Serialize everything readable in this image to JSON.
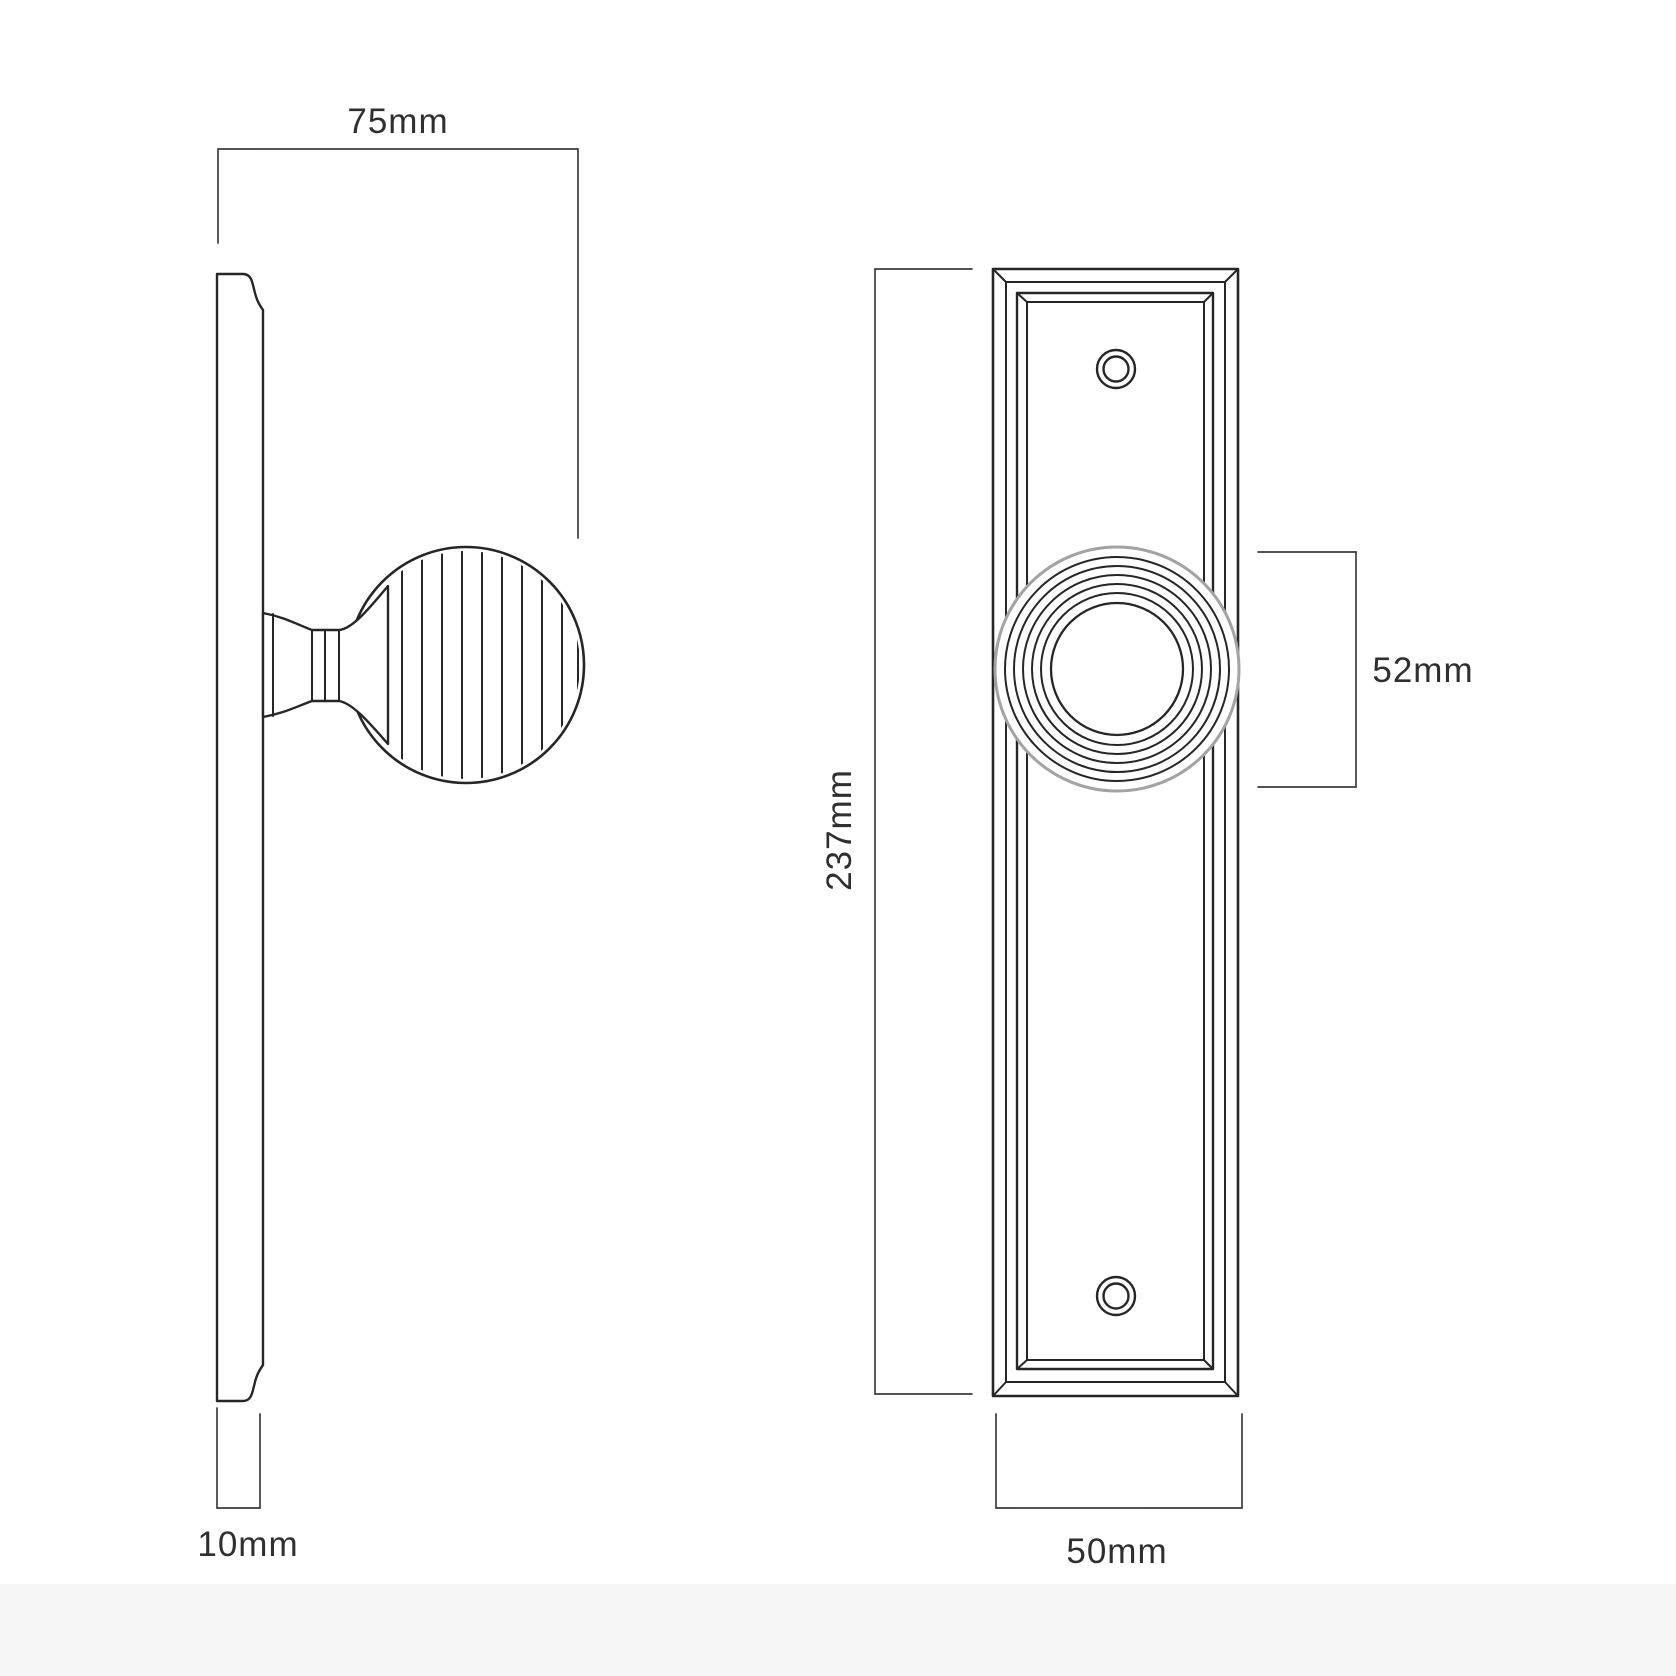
{
  "drawing": {
    "unit": "mm",
    "colors": {
      "line": "#262626",
      "light_line": "#a3a3a3",
      "dimension_line": "#3d3d3d",
      "text": "#2f2f2f",
      "background": "#ffffff"
    },
    "dimensions": {
      "projection": {
        "label": "75mm",
        "value": 75
      },
      "plate_thickness": {
        "label": "10mm",
        "value": 10
      },
      "plate_height": {
        "label": "237mm",
        "value": 237
      },
      "knob_diameter": {
        "label": "52mm",
        "value": 52
      },
      "plate_width": {
        "label": "50mm",
        "value": 50
      }
    }
  }
}
